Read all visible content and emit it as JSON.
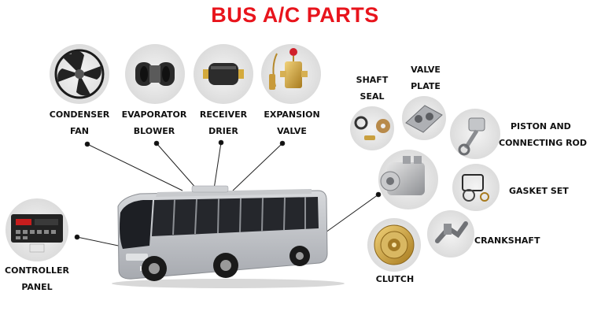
{
  "title": "BUS A/C PARTS",
  "colors": {
    "title": "#e8141c",
    "bus_body": "#b9bcc1",
    "text": "#111111"
  },
  "left_parts": {
    "condenser_fan": [
      "CONDENSER",
      "FAN"
    ],
    "evaporator_blower": [
      "EVAPORATOR",
      "BLOWER"
    ],
    "receiver_drier": [
      "RECEIVER",
      "DRIER"
    ],
    "expansion_valve": [
      "EXPANSION",
      "VALVE"
    ],
    "controller_panel": [
      "CONTROLLER",
      "PANEL"
    ]
  },
  "compressor_parts": {
    "shaft_seal": [
      "SHAFT",
      "SEAL"
    ],
    "valve_plate": [
      "VALVE",
      "PLATE"
    ],
    "piston": [
      "PISTON AND",
      "CONNECTING ROD"
    ],
    "gasket_set": [
      "GASKET SET"
    ],
    "crankshaft": [
      "CRANKSHAFT"
    ],
    "clutch": [
      "CLUTCH"
    ]
  },
  "icons": [
    "condenser-fan-icon",
    "evaporator-blower-icon",
    "receiver-drier-icon",
    "expansion-valve-icon",
    "controller-panel-icon",
    "bus-icon",
    "compressor-icon",
    "shaft-seal-icon",
    "valve-plate-icon",
    "piston-icon",
    "gasket-set-icon",
    "crankshaft-icon",
    "clutch-icon"
  ]
}
